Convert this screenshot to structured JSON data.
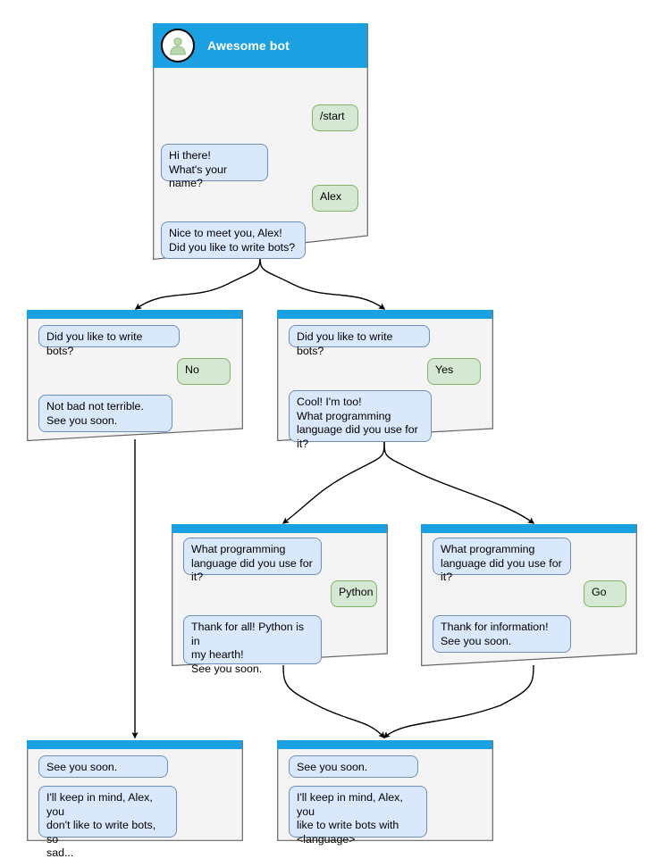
{
  "diagram": {
    "title": "Awesome bot conversation flow",
    "colors": {
      "titlebar": "#1ba1e2",
      "window_body": "#f4f4f4",
      "window_border": "#666666",
      "bot_bubble_fill": "#dae8fc",
      "bot_bubble_border": "#6c8ebf",
      "user_bubble_fill": "#d5e8d4",
      "user_bubble_border": "#82b366",
      "edge": "#000000",
      "avatar_person": "#b9d8b0",
      "background": "#ffffff"
    }
  },
  "nodes": {
    "root": {
      "header": {
        "title": "Awesome bot",
        "avatar_icon": "person-avatar-icon"
      },
      "messages": [
        {
          "from": "user",
          "text": "/start"
        },
        {
          "from": "bot",
          "text": "Hi there!\nWhat's your name?"
        },
        {
          "from": "user",
          "text": "Alex"
        },
        {
          "from": "bot",
          "text": "Nice to meet you, Alex!\nDid you like to write bots?"
        }
      ]
    },
    "no_branch": {
      "messages": [
        {
          "from": "bot",
          "text": "Did you like to write bots?"
        },
        {
          "from": "user",
          "text": "No"
        },
        {
          "from": "bot",
          "text": "Not bad not terrible.\nSee you soon."
        }
      ]
    },
    "yes_branch": {
      "messages": [
        {
          "from": "bot",
          "text": "Did you like to write bots?"
        },
        {
          "from": "user",
          "text": "Yes"
        },
        {
          "from": "bot",
          "text": "Cool! I'm too!\nWhat programming\nlanguage did you use for it?"
        }
      ]
    },
    "python_branch": {
      "messages": [
        {
          "from": "bot",
          "text": "What programming\nlanguage did you use for it?"
        },
        {
          "from": "user",
          "text": "Python"
        },
        {
          "from": "bot",
          "text": "Thank for all! Python is in\nmy hearth!\nSee you soon."
        }
      ]
    },
    "go_branch": {
      "messages": [
        {
          "from": "bot",
          "text": "What programming\nlanguage did you use for it?"
        },
        {
          "from": "user",
          "text": "Go"
        },
        {
          "from": "bot",
          "text": "Thank for information!\nSee you soon."
        }
      ]
    },
    "end_sad": {
      "messages": [
        {
          "from": "bot",
          "text": "See you soon."
        },
        {
          "from": "bot",
          "text": "I'll keep in mind, Alex, you\ndon't like to write bots, so\nsad..."
        }
      ]
    },
    "end_happy": {
      "messages": [
        {
          "from": "bot",
          "text": "See you soon."
        },
        {
          "from": "bot",
          "text": "I'll keep in mind, Alex, you\nlike to write bots with\n<language>"
        }
      ]
    }
  }
}
